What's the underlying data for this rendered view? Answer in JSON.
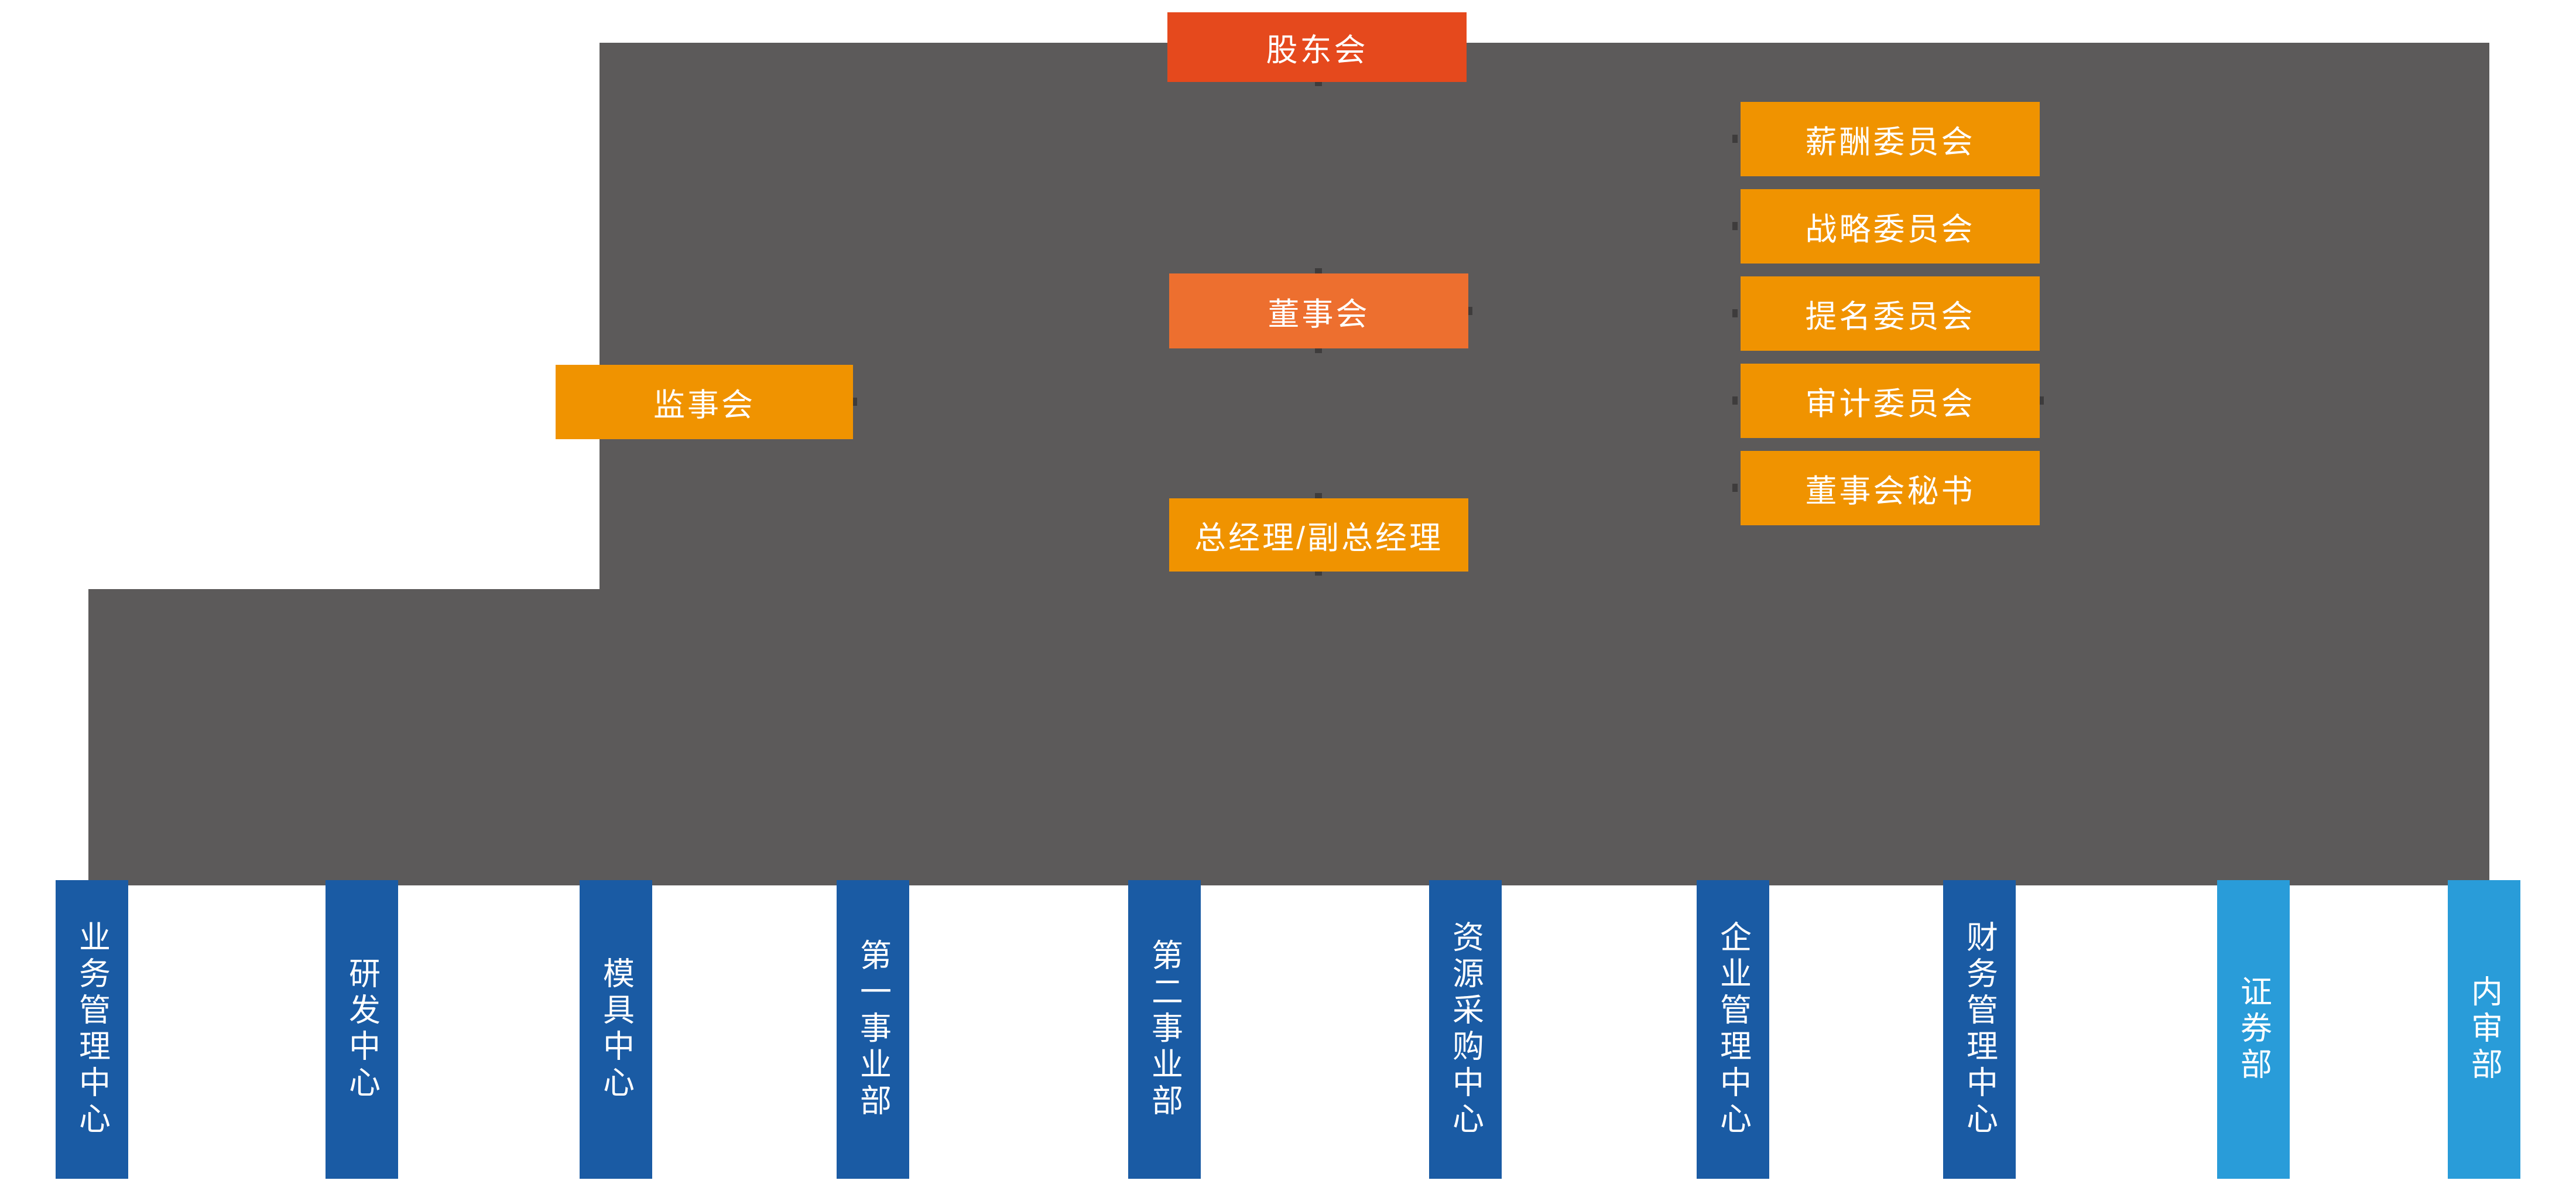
{
  "org_chart": {
    "shareholders": "股东会",
    "board": "董事会",
    "supervisory": "监事会",
    "general_manager": "总经理/副总经理",
    "committees": [
      "薪酬委员会",
      "战略委员会",
      "提名委员会",
      "审计委员会",
      "董事会秘书"
    ],
    "departments": [
      {
        "label": "业务管理中心",
        "color": "dark-blue"
      },
      {
        "label": "研发中心",
        "color": "dark-blue"
      },
      {
        "label": "模具中心",
        "color": "dark-blue"
      },
      {
        "label": "第一事业部",
        "color": "dark-blue"
      },
      {
        "label": "第二事业部",
        "color": "dark-blue"
      },
      {
        "label": "资源采购中心",
        "color": "dark-blue"
      },
      {
        "label": "企业管理中心",
        "color": "dark-blue"
      },
      {
        "label": "财务管理中心",
        "color": "dark-blue"
      },
      {
        "label": "证券部",
        "color": "light-blue"
      },
      {
        "label": "内审部",
        "color": "light-blue"
      }
    ],
    "colors": {
      "shareholders_box": "#E5491D",
      "board_box": "#ED6F2F",
      "amber_box": "#F09300",
      "dark_blue_bar": "#1A5BA4",
      "light_blue_bar": "#299CD9",
      "backdrop_gray": "#5C5A5A",
      "connector_stub": "#3E3C3C",
      "text": "#FFFFFF"
    }
  }
}
